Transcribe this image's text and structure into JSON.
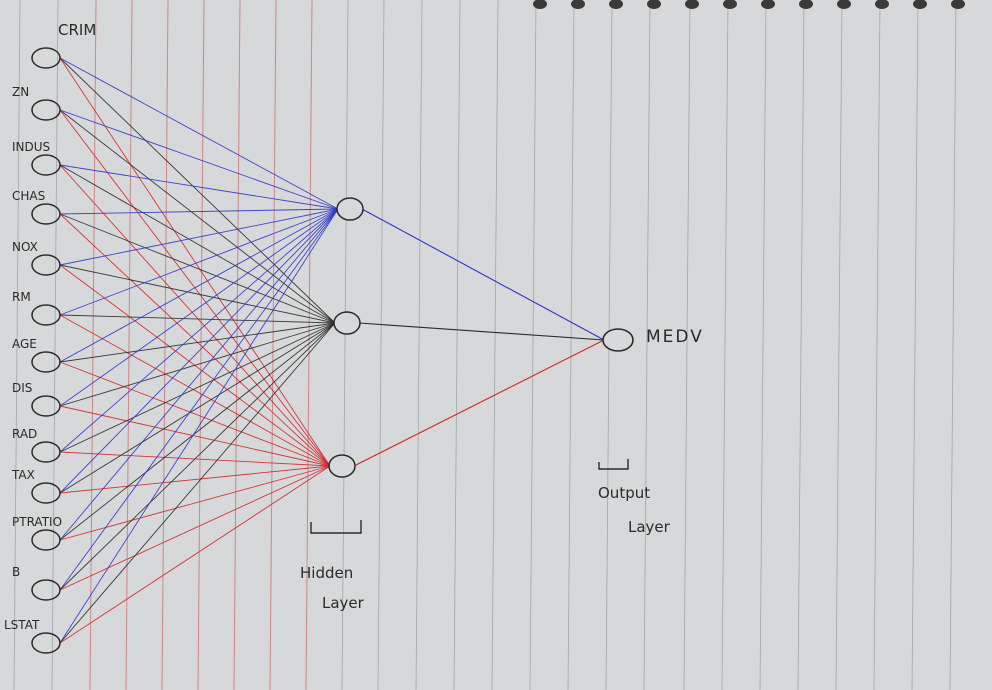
{
  "colors": {
    "paper": "#d6d8d9",
    "rule": "#8b9196",
    "red_margin": "#c0474a",
    "ink": "#2a2a2a",
    "blue": "#2e37c8",
    "red": "#d1262a",
    "black": "#2b2b2b"
  },
  "inputs": [
    "CRIM",
    "ZN",
    "INDUS",
    "CHAS",
    "NOX",
    "RM",
    "AGE",
    "DIS",
    "RAD",
    "TAX",
    "PTRATIO",
    "B",
    "LSTAT"
  ],
  "hidden_count": 3,
  "output": {
    "label": "MEDV"
  },
  "layers": {
    "hidden": [
      "Hidden",
      "Layer"
    ],
    "output": [
      "Output",
      "Layer"
    ]
  }
}
